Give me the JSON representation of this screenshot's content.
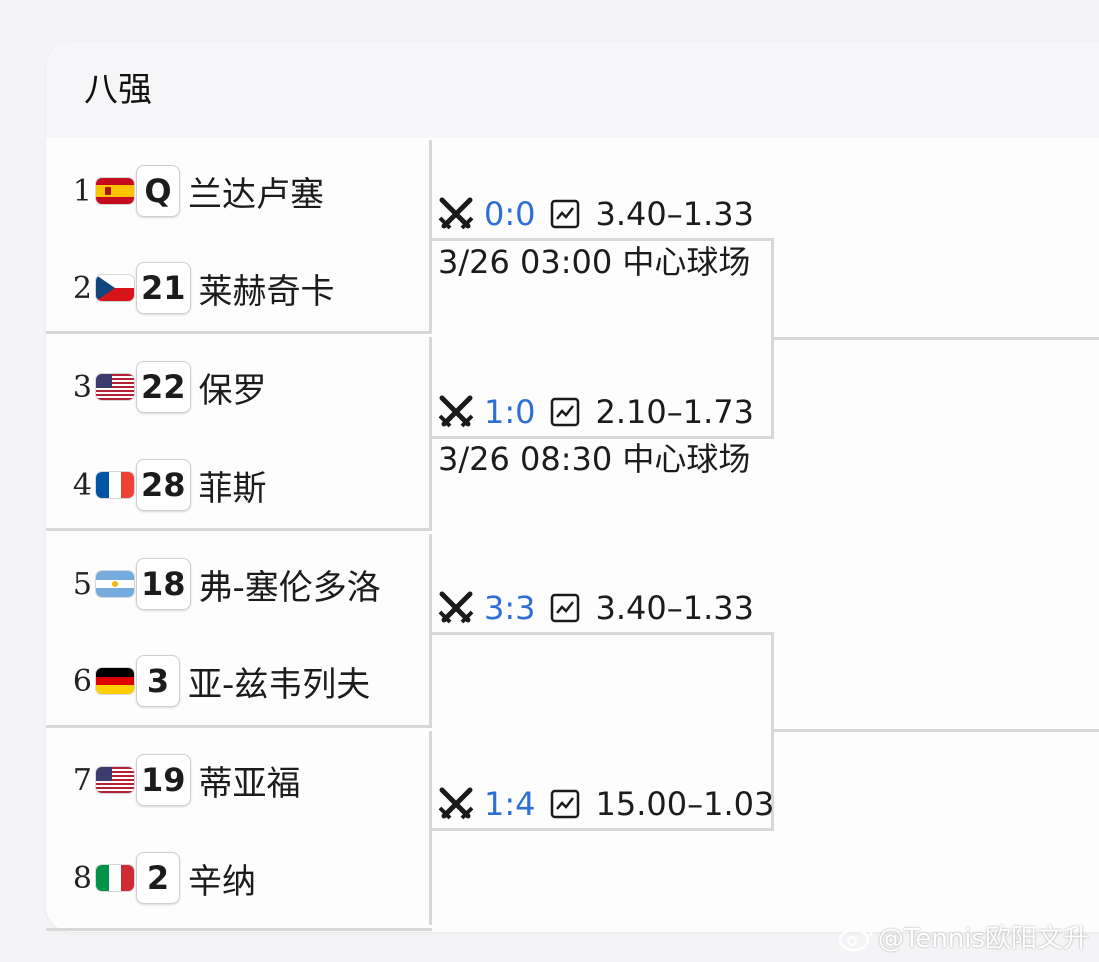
{
  "round_title": "八强",
  "players": [
    {
      "pos": "1",
      "country": "spain",
      "seed": "Q",
      "name": "兰达卢塞"
    },
    {
      "pos": "2",
      "country": "czech",
      "seed": "21",
      "name": "莱赫奇卡"
    },
    {
      "pos": "3",
      "country": "usa",
      "seed": "22",
      "name": "保罗"
    },
    {
      "pos": "4",
      "country": "france",
      "seed": "28",
      "name": "菲斯"
    },
    {
      "pos": "5",
      "country": "argentina",
      "seed": "18",
      "name": "弗-塞伦多洛"
    },
    {
      "pos": "6",
      "country": "germany",
      "seed": "3",
      "name": "亚-兹韦列夫"
    },
    {
      "pos": "7",
      "country": "usa",
      "seed": "19",
      "name": "蒂亚福"
    },
    {
      "pos": "8",
      "country": "italy",
      "seed": "2",
      "name": "辛纳"
    }
  ],
  "matches": [
    {
      "h2h": "0:0",
      "odds": "3.40–1.33",
      "schedule": "3/26 03:00 中心球场"
    },
    {
      "h2h": "1:0",
      "odds": "2.10–1.73",
      "schedule": "3/26 08:30 中心球场"
    },
    {
      "h2h": "3:3",
      "odds": "3.40–1.33",
      "schedule": ""
    },
    {
      "h2h": "1:4",
      "odds": "15.00–1.03",
      "schedule": ""
    }
  ],
  "icons": {
    "h2h": "crossed-swords-icon",
    "odds": "trend-chart-icon",
    "watermark": "weibo-icon"
  },
  "colors": {
    "score": "#2d6fd6",
    "divider": "#d8d8d8"
  },
  "watermark": "@Tennis欧阳文升"
}
